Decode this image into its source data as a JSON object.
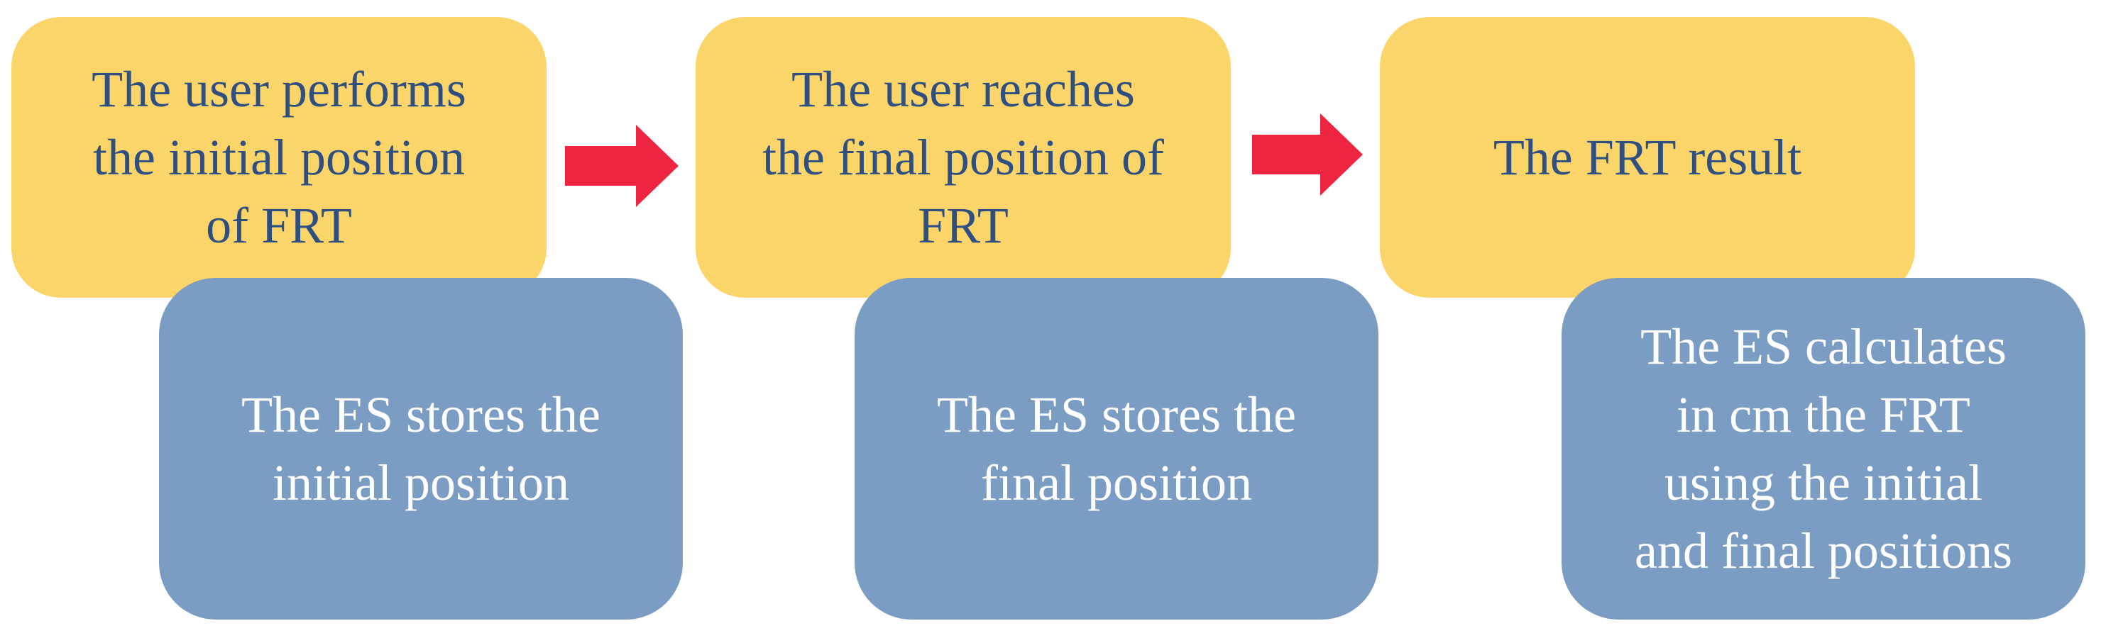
{
  "steps": [
    {
      "label": "The user performs\nthe initial position\nof FRT",
      "detail": "The ES stores the\ninitial position"
    },
    {
      "label": "The user reaches\nthe final position of\nFRT",
      "detail": "The ES stores the\nfinal position"
    },
    {
      "label": "The FRT result",
      "detail": "The ES calculates\nin cm the FRT\nusing the initial\nand final positions"
    }
  ],
  "colors": {
    "step_fill": "#fbd56a",
    "step_text": "#2f4f80",
    "detail_fill": "#7b9dc4",
    "detail_text": "#ffffff",
    "arrow": "#ee2540"
  },
  "icons": {
    "connector": "right-arrow-icon"
  }
}
